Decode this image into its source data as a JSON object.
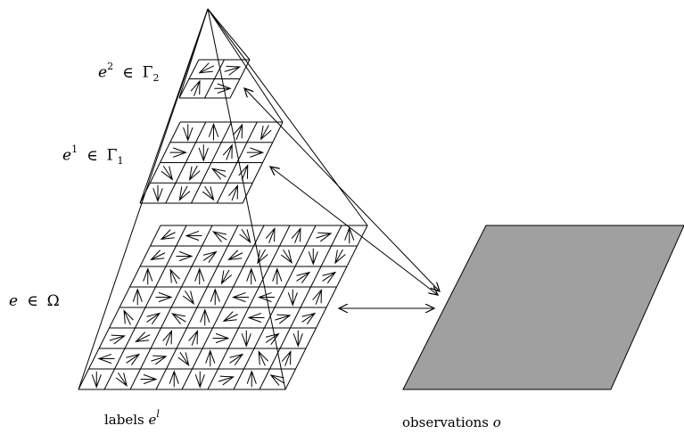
{
  "labels": {
    "level2": {
      "var": "e",
      "sup": "2",
      "sym": "∈",
      "set": "Γ",
      "sub": "2"
    },
    "level1": {
      "var": "e",
      "sup": "1",
      "sym": "∈",
      "set": "Γ",
      "sub": "1"
    },
    "level0": {
      "var": "e",
      "sym": "∈",
      "set": "Ω"
    }
  },
  "captions": {
    "labels_text": "labels",
    "labels_var": "e",
    "labels_sup": "l",
    "observations_text": "observations",
    "observations_var": "o"
  },
  "colors": {
    "observation_fill": "#a0a0a0",
    "stroke": "#000000"
  }
}
